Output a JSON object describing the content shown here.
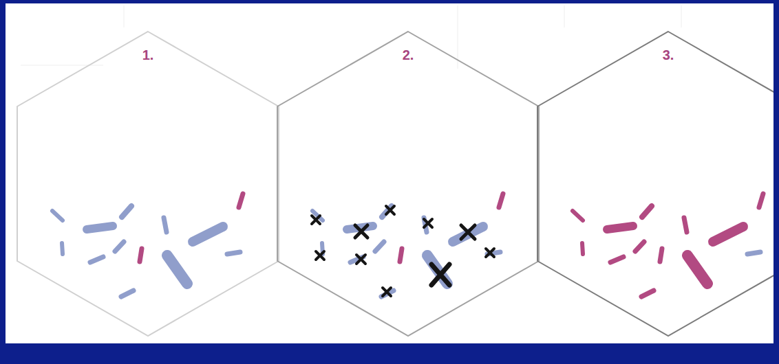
{
  "diagram": {
    "nodes": [
      {
        "text": [
          "1."
        ]
      },
      {
        "text": [
          "2."
        ]
      },
      {
        "text": [
          "3."
        ]
      }
    ]
  }
}
